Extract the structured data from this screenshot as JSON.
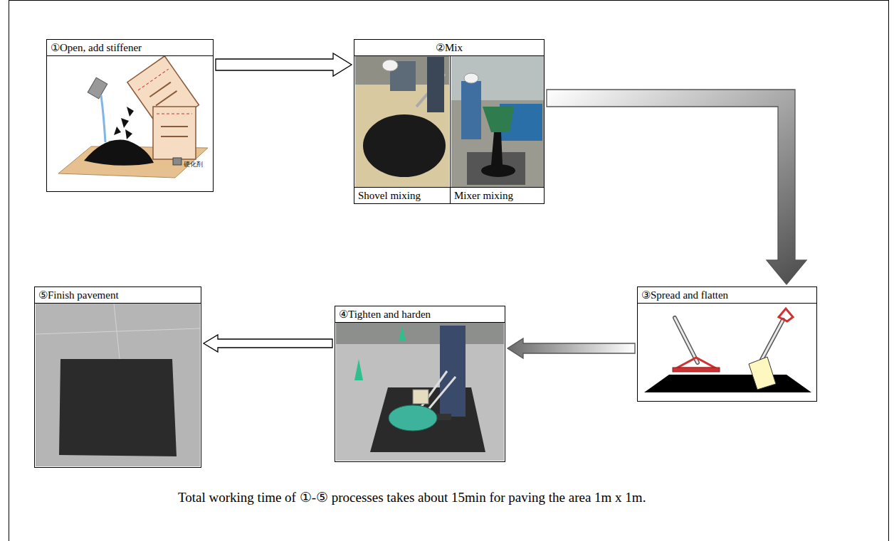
{
  "diagram": {
    "caption": "Total working time of ①-⑤ processes takes about 15min for paving the area 1m x 1m.",
    "nodes": [
      {
        "text": [
          "①Open, add stiffener"
        ]
      },
      {
        "text": [
          "②Mix"
        ]
      },
      {
        "text": [
          "Shovel mixing"
        ],
        "in": 1
      },
      {
        "text": [
          "Mixer mixing"
        ],
        "in": 1
      },
      {
        "text": [
          "③Spread and flatten"
        ]
      },
      {
        "text": [
          "④Tighten and harden"
        ]
      },
      {
        "text": [
          "⑤Finish pavement"
        ]
      }
    ],
    "edges": [
      {
        "from": 0,
        "to": 1,
        "arrow": "to"
      },
      {
        "from": 1,
        "to": 4,
        "arrow": "to"
      },
      {
        "from": 4,
        "to": 5,
        "arrow": "to"
      },
      {
        "from": 5,
        "to": 6,
        "arrow": "to"
      }
    ],
    "labels": [
      "硬化剤"
    ]
  }
}
